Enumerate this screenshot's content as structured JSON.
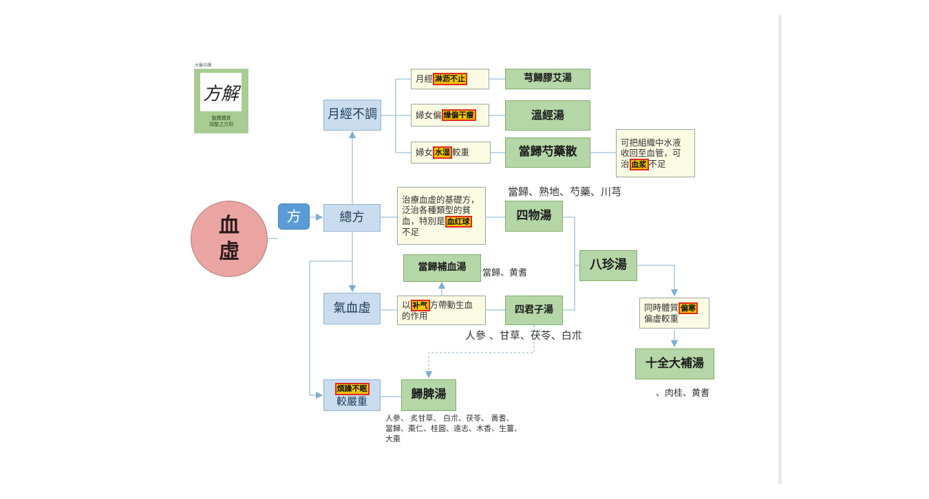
{
  "logo": {
    "caption_top": "大醫中譯",
    "calligraphy": "方解",
    "caption_bottom_1": "整體體質",
    "caption_bottom_2": "調整之方劑"
  },
  "root": {
    "line1": "血",
    "line2": "虛"
  },
  "fang": "方",
  "level1": {
    "yuejing": "月經不調",
    "zongfang": "總方",
    "qixuexu": "氣血虛",
    "jiaoyanzhong": "較嚴重",
    "jiaoyanzhong_tag": "煩躁不眠"
  },
  "yuejing_notes": [
    {
      "prefix": "月經",
      "highlight": "淋沥不止",
      "suffix": ""
    },
    {
      "prefix": "婦女偏",
      "highlight": "燥偏干瘦",
      "suffix": ""
    },
    {
      "prefix": "婦女",
      "highlight": "水湿",
      "suffix": "較重"
    }
  ],
  "formulas": {
    "xiongguijiaoai": "芎歸膠艾湯",
    "wenjing": "溫經湯",
    "dangguishaoyao": "當歸芍藥散",
    "siwu": "四物湯",
    "dangguibuxue": "當歸補血湯",
    "sijunzi": "四君子湯",
    "bazhen": "八珍湯",
    "shiquandabu": "十全大補湯",
    "guipi": "歸脾湯"
  },
  "dangguishaoyao_note": {
    "line1": "可把組織中水液",
    "line2": "收回至血管，可",
    "prefix3": "治",
    "highlight": "血浆",
    "suffix3": "不足"
  },
  "siwu_note": {
    "line1": "治療血虛的基礎方，",
    "line2": "泛治各種類型的貧",
    "prefix3": "血，特別是",
    "highlight": "血红球",
    "line4": "不足"
  },
  "sijunzi_note": {
    "prefix": "以",
    "highlight": "补气",
    "suffix": "方帶動生血",
    "line2": "的作用"
  },
  "bazhen_note": {
    "prefix": "同時體質",
    "highlight": "偏寒",
    "line2": "偏虛較重"
  },
  "ingredients": {
    "siwu": "當歸、熟地、芍藥、川芎",
    "dangguibuxue": "當歸、黄耆",
    "sijunzi": "人參 、甘草、茯苓、白朮",
    "shiquandabu": "、肉桂、黄耆",
    "guipi_1": "人參、 炙甘草、 白朮、茯苓、 黃耆、",
    "guipi_2": "當歸、棗仁、桂圓、遠志、木香、生薑、",
    "guipi_3": "大棗"
  },
  "colors": {
    "root_fill": "#eaa5a2",
    "blue_fill": "#c9ddef",
    "green_fill": "#b5d6a7",
    "note_fill": "#fbfae3",
    "highlight_fill": "#f2c500",
    "highlight_border": "#e2281c",
    "connector": "#9cbfd9"
  }
}
